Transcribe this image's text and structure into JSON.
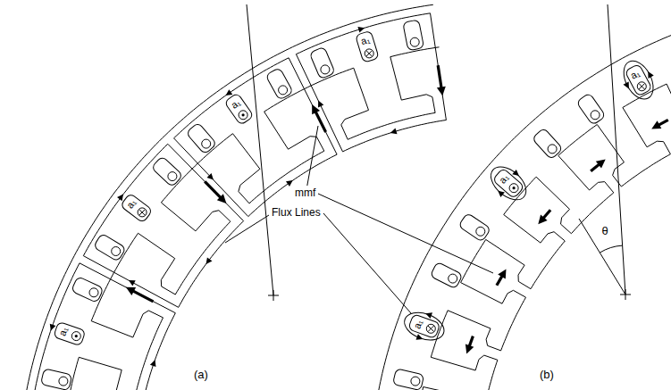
{
  "diagram": {
    "labels": [
      "a₁",
      "a₁",
      "a₁",
      "a₁",
      "a₁",
      "a₁",
      "a₁",
      "mmf",
      "Flux Lines",
      "θ",
      "(a)",
      "(b)"
    ]
  }
}
